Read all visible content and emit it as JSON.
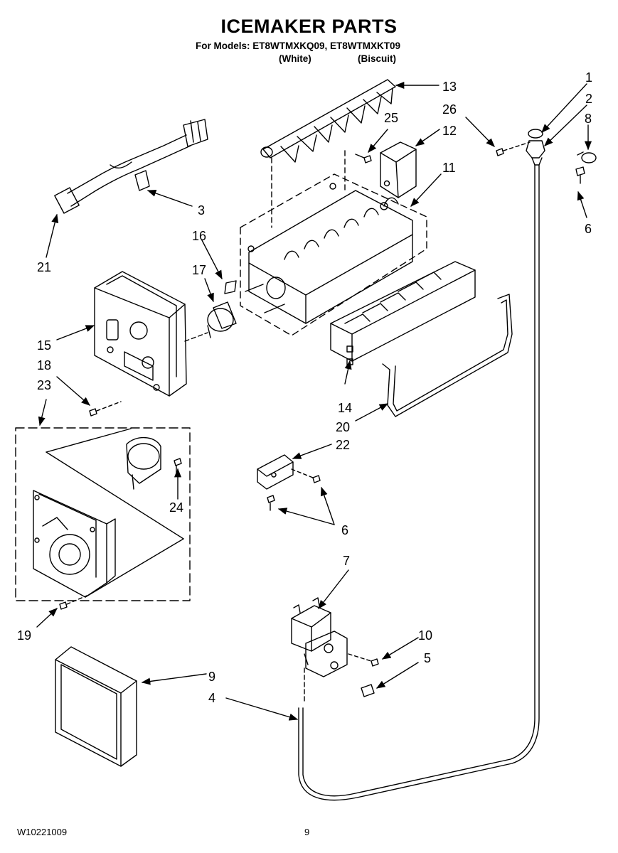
{
  "header": {
    "title": "ICEMAKER PARTS",
    "models_line": "For Models: ET8WTMXKQ09, ET8WTMXKT09",
    "variant_white": "(White)",
    "variant_biscuit": "(Biscuit)"
  },
  "footer": {
    "doc_number": "W10221009",
    "page_number": "9"
  },
  "callouts": [
    "1",
    "2",
    "3",
    "4",
    "5",
    "6",
    "7",
    "8",
    "9",
    "10",
    "11",
    "12",
    "13",
    "14",
    "15",
    "16",
    "17",
    "18",
    "19",
    "20",
    "21",
    "22",
    "23",
    "24",
    "25",
    "26"
  ]
}
